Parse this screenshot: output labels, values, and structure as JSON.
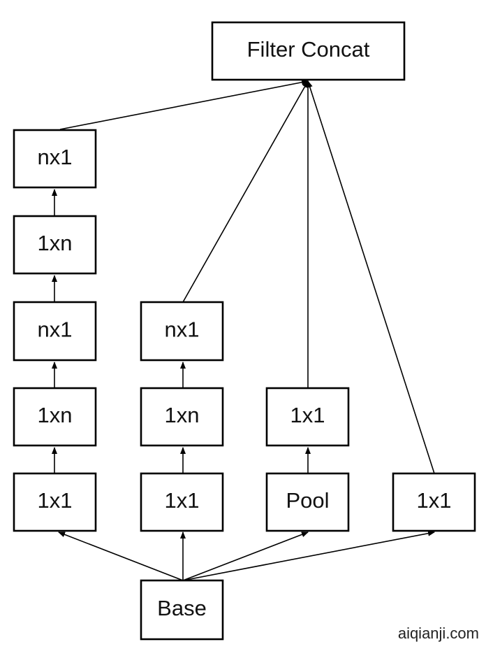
{
  "nodes": {
    "filter_concat": "Filter Concat",
    "b1_nx1_top": "nx1",
    "b1_1xn_upper": "1xn",
    "b1_nx1_mid": "nx1",
    "b1_1xn_lower": "1xn",
    "b1_1x1": "1x1",
    "b2_nx1": "nx1",
    "b2_1xn": "1xn",
    "b2_1x1": "1x1",
    "b3_1x1": "1x1",
    "b3_pool": "Pool",
    "b4_1x1": "1x1",
    "base": "Base"
  },
  "watermark": "aiqianji.com"
}
